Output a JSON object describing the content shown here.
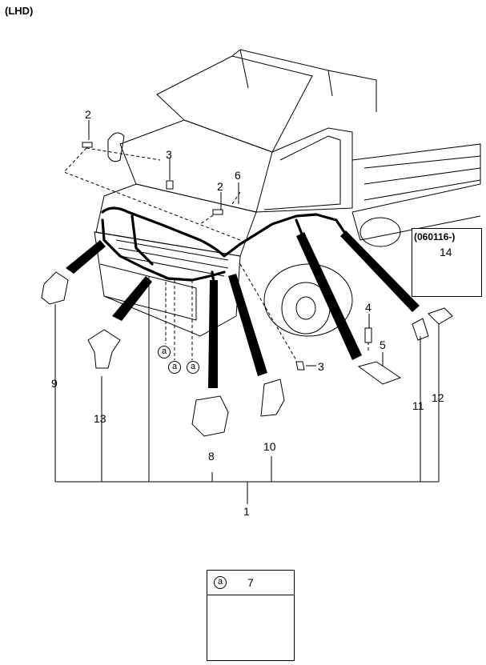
{
  "header": {
    "variant": "(LHD)"
  },
  "callouts": {
    "c1": "1",
    "c2a": "2",
    "c2b": "2",
    "c3a": "3",
    "c3b": "3",
    "c4": "4",
    "c5": "5",
    "c6": "6",
    "c8": "8",
    "c9": "9",
    "c10": "10",
    "c11": "11",
    "c12": "12",
    "c13": "13",
    "c14": "14"
  },
  "inset": {
    "date_code": "(060116-)"
  },
  "ref_marks": {
    "a1": "a",
    "a2": "a",
    "a3": "a"
  },
  "legend_box": {
    "marker": "a",
    "part_no": "7"
  }
}
